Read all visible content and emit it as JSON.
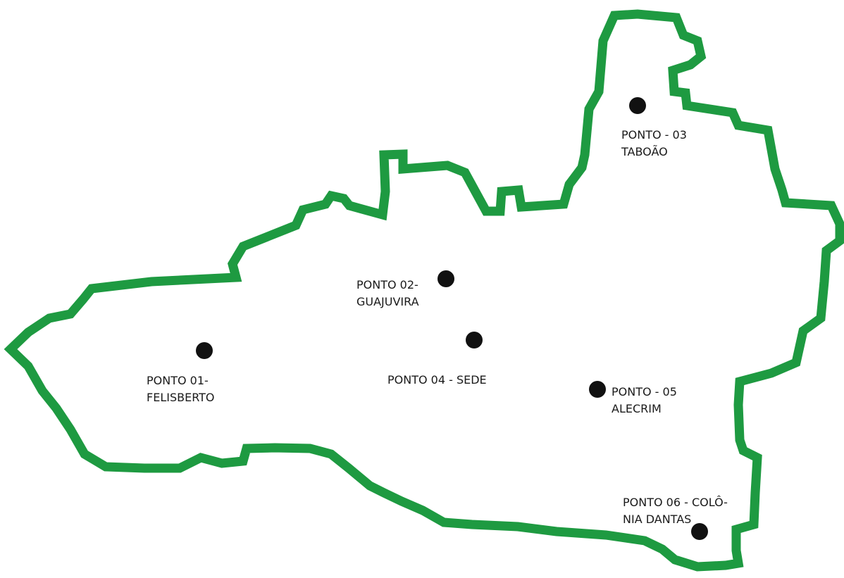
{
  "map": {
    "boundary_color": "#1e9a41",
    "marker_color": "#111111",
    "points": [
      {
        "id": "p01",
        "label_lines": [
          "PONTO 01-",
          "FELISBERTO"
        ]
      },
      {
        "id": "p02",
        "label_lines": [
          "PONTO 02-",
          "GUAJUVIRA"
        ]
      },
      {
        "id": "p03",
        "label_lines": [
          "PONTO - 03",
          "TABOÃO"
        ]
      },
      {
        "id": "p04",
        "label_lines": [
          "PONTO 04 - SEDE"
        ]
      },
      {
        "id": "p05",
        "label_lines": [
          "PONTO - 05",
          "ALECRIM"
        ]
      },
      {
        "id": "p06",
        "label_lines": [
          "PONTO 06 - COLÔ-",
          "NIA DANTAS"
        ]
      }
    ]
  }
}
